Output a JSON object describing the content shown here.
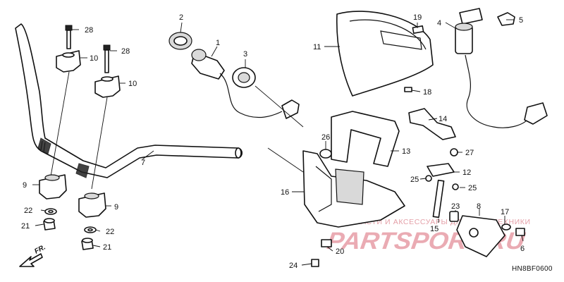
{
  "diagram_code": "HN8BF0600",
  "direction_label": "FR.",
  "watermark": {
    "text": "ЗАПЧАСТИ И АКСЕССУАРЫ ДЛЯ МОТОТЕХНИКИ",
    "logo": "PARTSPORT.RU"
  },
  "callouts": {
    "p1": "1",
    "p2": "2",
    "p3": "3",
    "p4": "4",
    "p5": "5",
    "p6": "6",
    "p7": "7",
    "p8": "8",
    "p9a": "9",
    "p9b": "9",
    "p10a": "10",
    "p10b": "10",
    "p11": "11",
    "p12": "12",
    "p13": "13",
    "p14": "14",
    "p15": "15",
    "p16": "16",
    "p17": "17",
    "p18": "18",
    "p19": "19",
    "p20": "20",
    "p21a": "21",
    "p21b": "21",
    "p22a": "22",
    "p22b": "22",
    "p23": "23",
    "p24": "24",
    "p25a": "25",
    "p25b": "25",
    "p26": "26",
    "p27": "27",
    "p28a": "28",
    "p28b": "28"
  }
}
